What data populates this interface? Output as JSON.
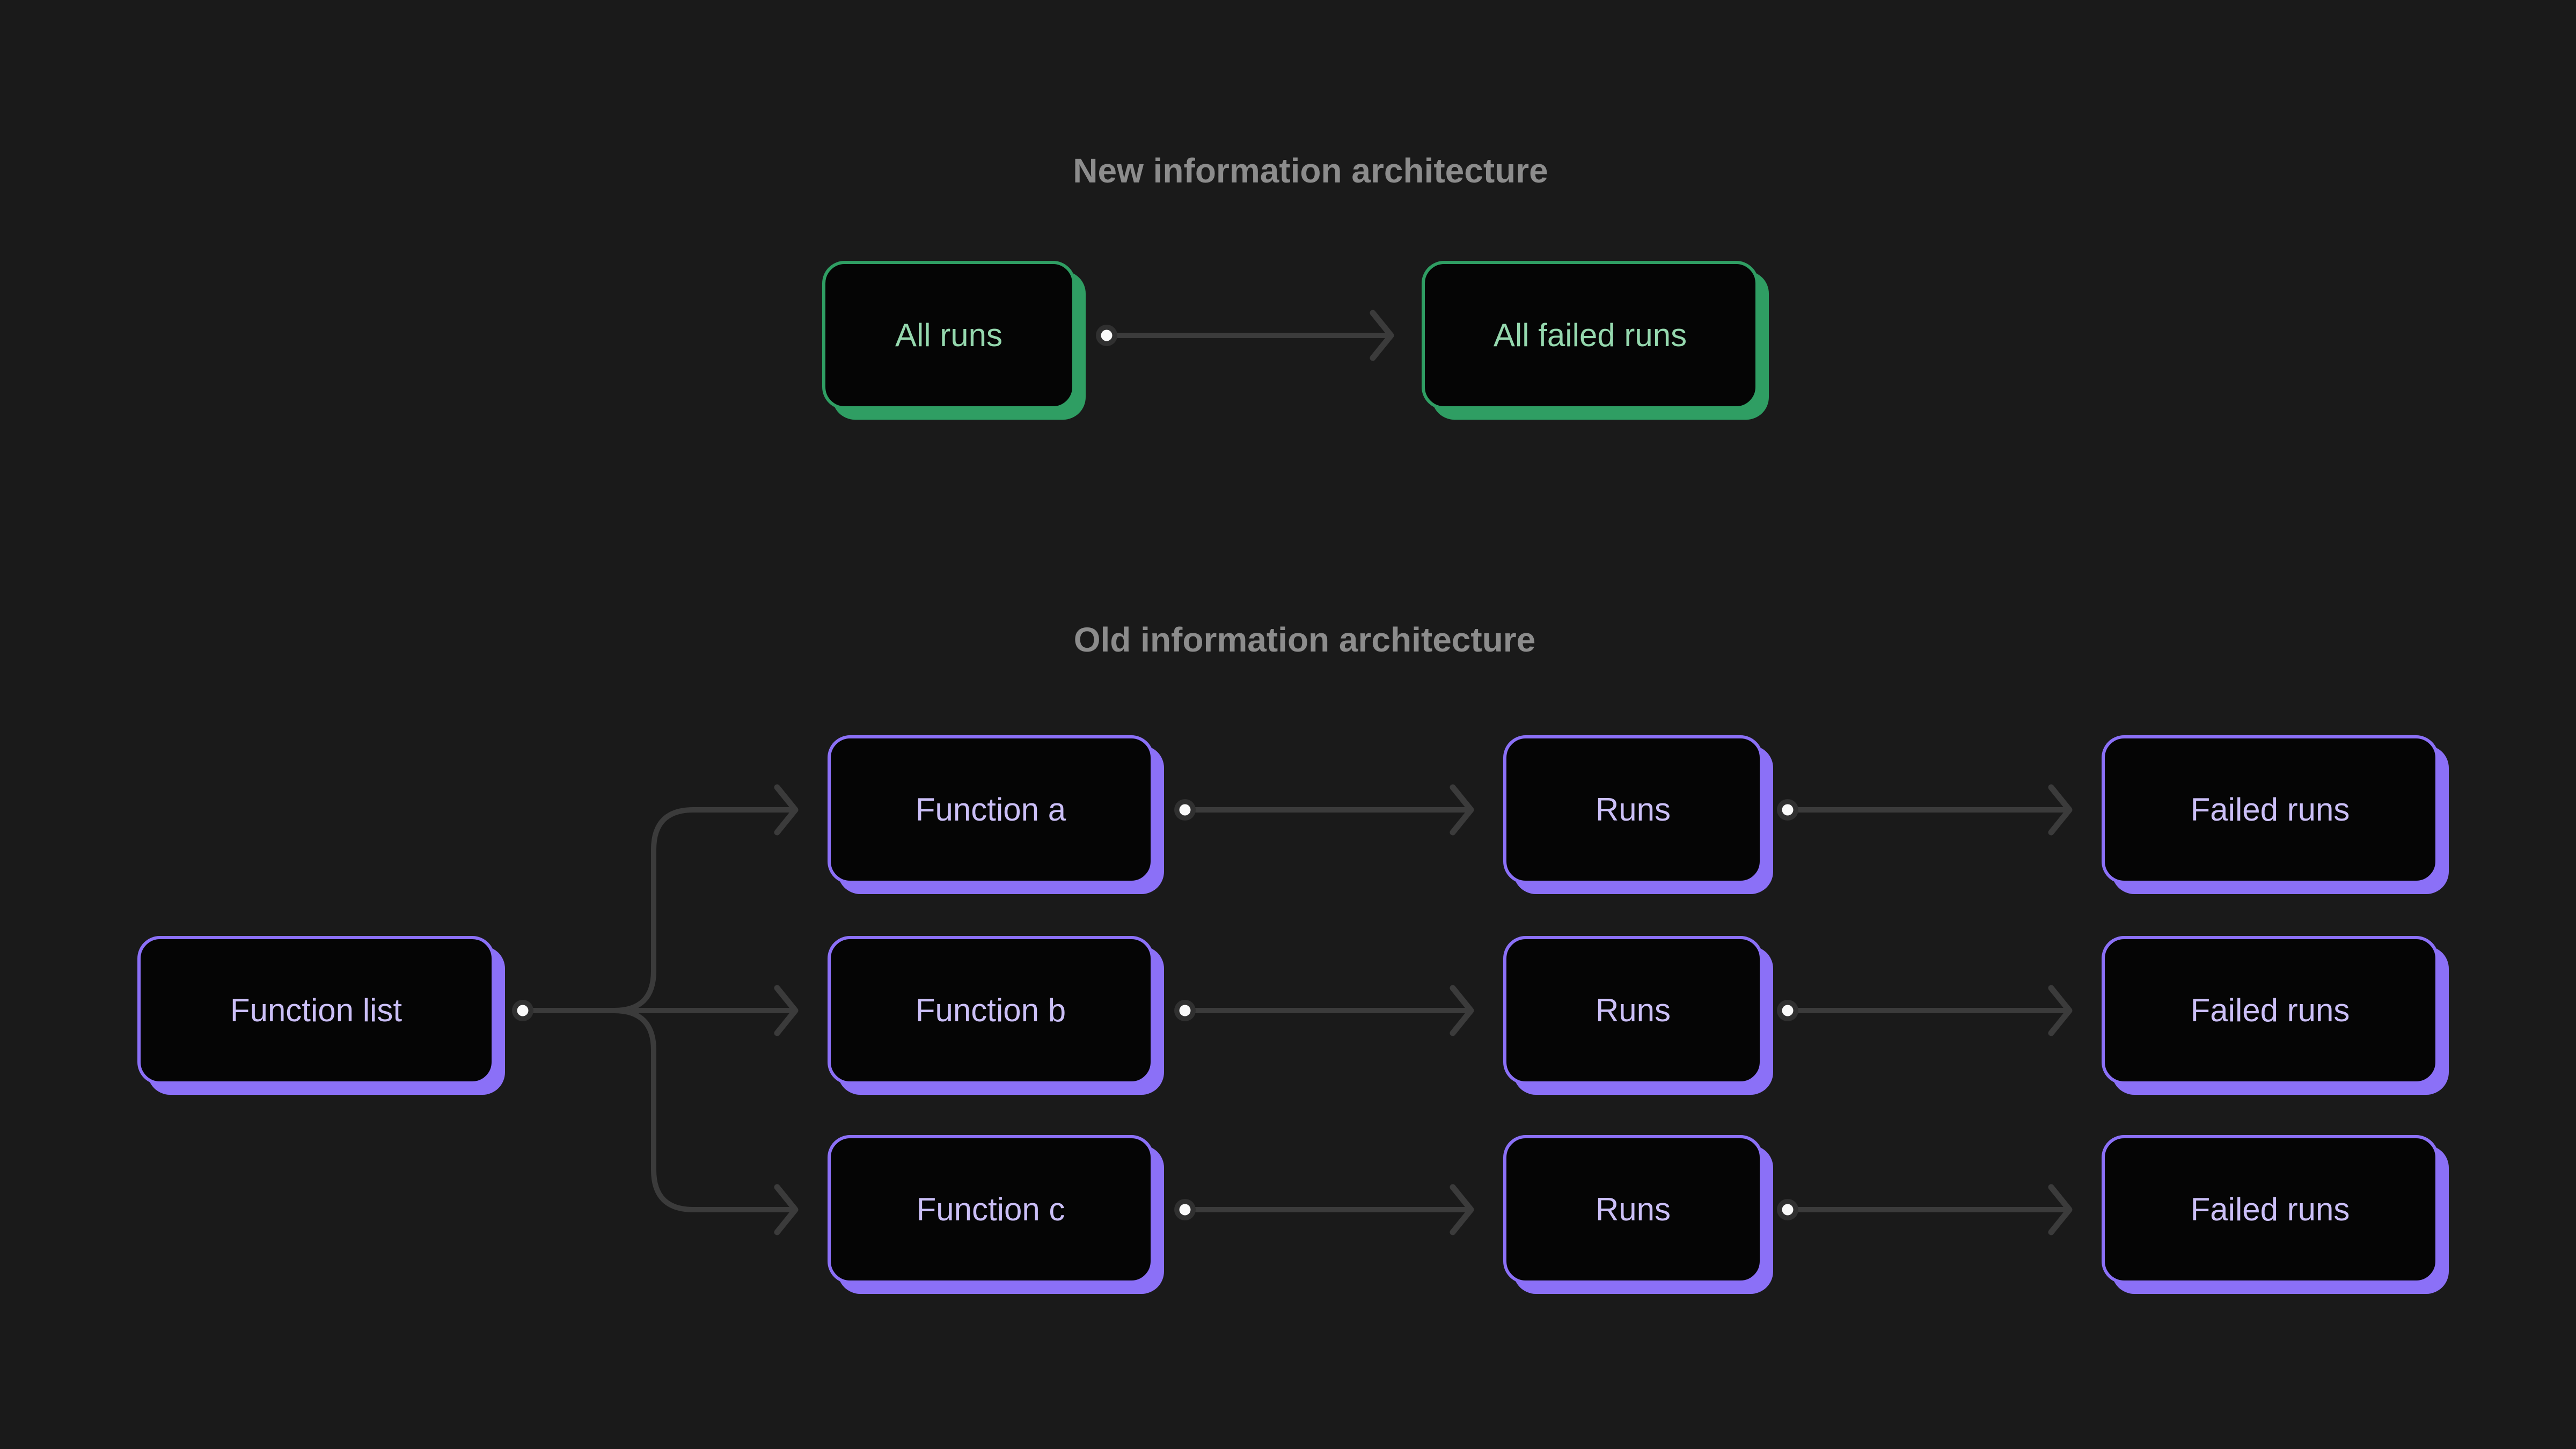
{
  "page": {
    "background": "#1a1a1a",
    "kind": "information-architecture-diagram"
  },
  "colors": {
    "background": "#1a1a1a",
    "node_fill": "#050505",
    "green_accent": "#2f9e63",
    "green_text": "#95d8ae",
    "purple_accent": "#8b70f7",
    "purple_text": "#cbbff7",
    "connector_line": "#3b3b3b",
    "connector_dot_ring": "#303030",
    "connector_dot_core": "#fafafa",
    "title_text": "#8c8c8c"
  },
  "sections": {
    "new": {
      "title": "New information architecture"
    },
    "old": {
      "title": "Old information architecture"
    }
  },
  "nodes": {
    "all_runs": {
      "label": "All runs",
      "accent": "#2f9e63"
    },
    "all_failed_runs": {
      "label": "All failed runs",
      "accent": "#2f9e63"
    },
    "function_list": {
      "label": "Function list",
      "accent": "#8b70f7"
    },
    "function_a": {
      "label": "Function a",
      "accent": "#8b70f7"
    },
    "function_b": {
      "label": "Function b",
      "accent": "#8b70f7"
    },
    "function_c": {
      "label": "Function c",
      "accent": "#8b70f7"
    },
    "runs_a": {
      "label": "Runs",
      "accent": "#8b70f7"
    },
    "runs_b": {
      "label": "Runs",
      "accent": "#8b70f7"
    },
    "runs_c": {
      "label": "Runs",
      "accent": "#8b70f7"
    },
    "failed_runs_a": {
      "label": "Failed runs",
      "accent": "#8b70f7"
    },
    "failed_runs_b": {
      "label": "Failed runs",
      "accent": "#8b70f7"
    },
    "failed_runs_c": {
      "label": "Failed runs",
      "accent": "#8b70f7"
    }
  },
  "edges": [
    {
      "from": "all_runs",
      "to": "all_failed_runs"
    },
    {
      "from": "function_list",
      "to": "function_a"
    },
    {
      "from": "function_list",
      "to": "function_b"
    },
    {
      "from": "function_list",
      "to": "function_c"
    },
    {
      "from": "function_a",
      "to": "runs_a"
    },
    {
      "from": "function_b",
      "to": "runs_b"
    },
    {
      "from": "function_c",
      "to": "runs_c"
    },
    {
      "from": "runs_a",
      "to": "failed_runs_a"
    },
    {
      "from": "runs_b",
      "to": "failed_runs_b"
    },
    {
      "from": "runs_c",
      "to": "failed_runs_c"
    }
  ]
}
